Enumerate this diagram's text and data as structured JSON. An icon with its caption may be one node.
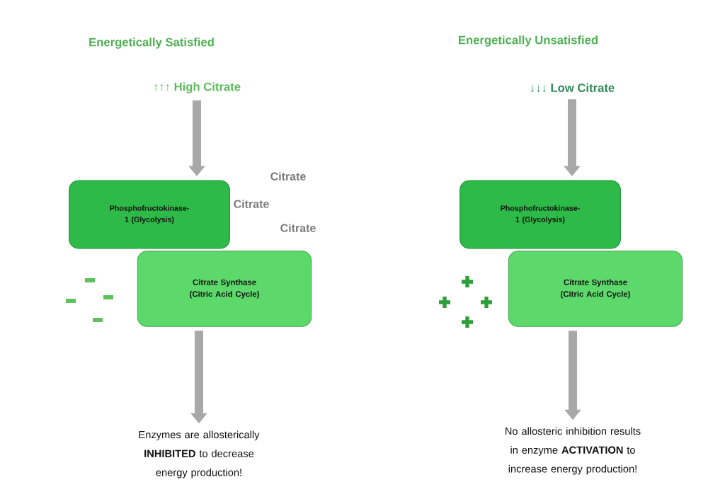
{
  "diagram": {
    "nodes": [
      {
        "text": [
          "↑↑↑ High Citrate"
        ]
      },
      {
        "text": [
          "Phosphofructokinase-1 (Glycolysis)"
        ]
      },
      {
        "text": [
          "Citrate Synthase (Citric Acid Cycle)"
        ]
      },
      {
        "text": [
          "Enzymes are allosterically **INHIBITED** to decrease energy production!"
        ]
      },
      {
        "text": [
          "↓↓↓ Low Citrate"
        ]
      },
      {
        "text": [
          "Phosphofructokinase-1 (Glycolysis)"
        ]
      },
      {
        "text": [
          "Citrate Synthase (Citric Acid Cycle)"
        ]
      },
      {
        "text": [
          "No allosteric inhibition results in enzyme **ACTIVATION** to increase energy production!"
        ]
      }
    ],
    "edges": [
      {
        "from": 0,
        "to": 1,
        "arrow": "to"
      },
      {
        "from": 2,
        "to": 3,
        "arrow": "to"
      },
      {
        "from": 4,
        "to": 5,
        "arrow": "to"
      },
      {
        "from": 6,
        "to": 7,
        "arrow": "to"
      }
    ],
    "labels": [
      "Energetically Satisfied",
      "Energetically Unsatisfied",
      "Citrate",
      "Citrate",
      "Citrate"
    ]
  }
}
